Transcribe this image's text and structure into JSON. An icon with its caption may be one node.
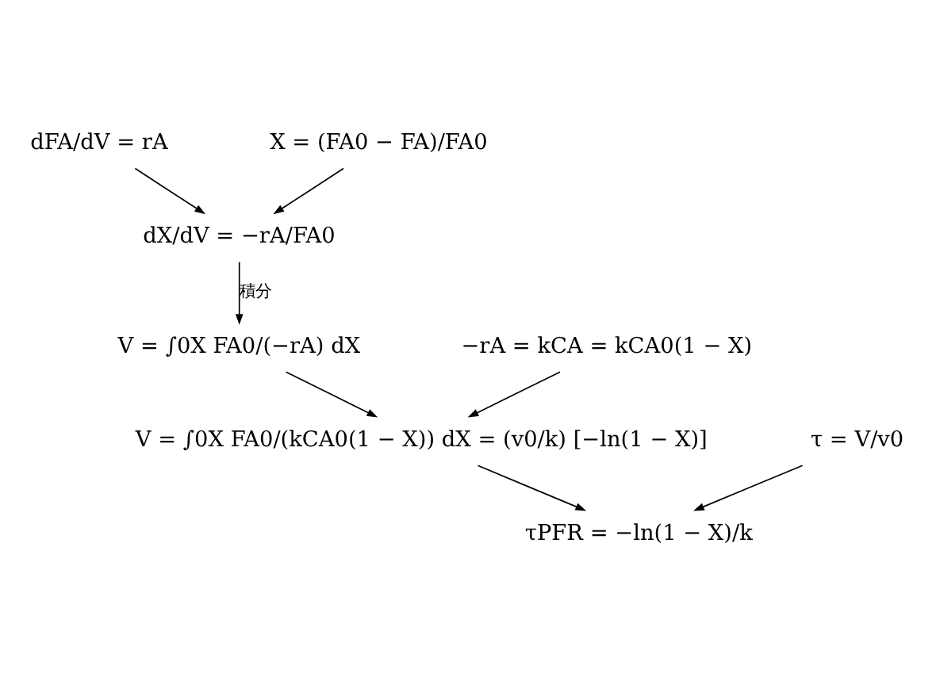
{
  "diagram": {
    "nodes": [
      {
        "text": [
          "dFA/dV = rA"
        ]
      },
      {
        "text": [
          "X = (FA0 − FA)/FA0"
        ]
      },
      {
        "text": [
          "dX/dV = −rA/FA0"
        ]
      },
      {
        "text": [
          "V = ∫0X FA0/(−rA) dX"
        ]
      },
      {
        "text": [
          "−rA = kCA = kCA0(1 − X)"
        ]
      },
      {
        "text": [
          "V = ∫0X FA0/(kCA0(1 − X)) dX = (v0/k) [−ln(1 − X)]"
        ]
      },
      {
        "text": [
          "τ = V/v0"
        ]
      },
      {
        "text": [
          "τPFR = −ln(1 − X)/k"
        ]
      }
    ],
    "edges": [
      {
        "from": 0,
        "to": 2,
        "arrow": "to"
      },
      {
        "from": 1,
        "to": 2,
        "arrow": "to"
      },
      {
        "from": 2,
        "to": 3,
        "arrow": "to",
        "label": "積分"
      },
      {
        "from": 3,
        "to": 5,
        "arrow": "to"
      },
      {
        "from": 4,
        "to": 5,
        "arrow": "to"
      },
      {
        "from": 5,
        "to": 7,
        "arrow": "to"
      },
      {
        "from": 6,
        "to": 7,
        "arrow": "to"
      }
    ]
  }
}
